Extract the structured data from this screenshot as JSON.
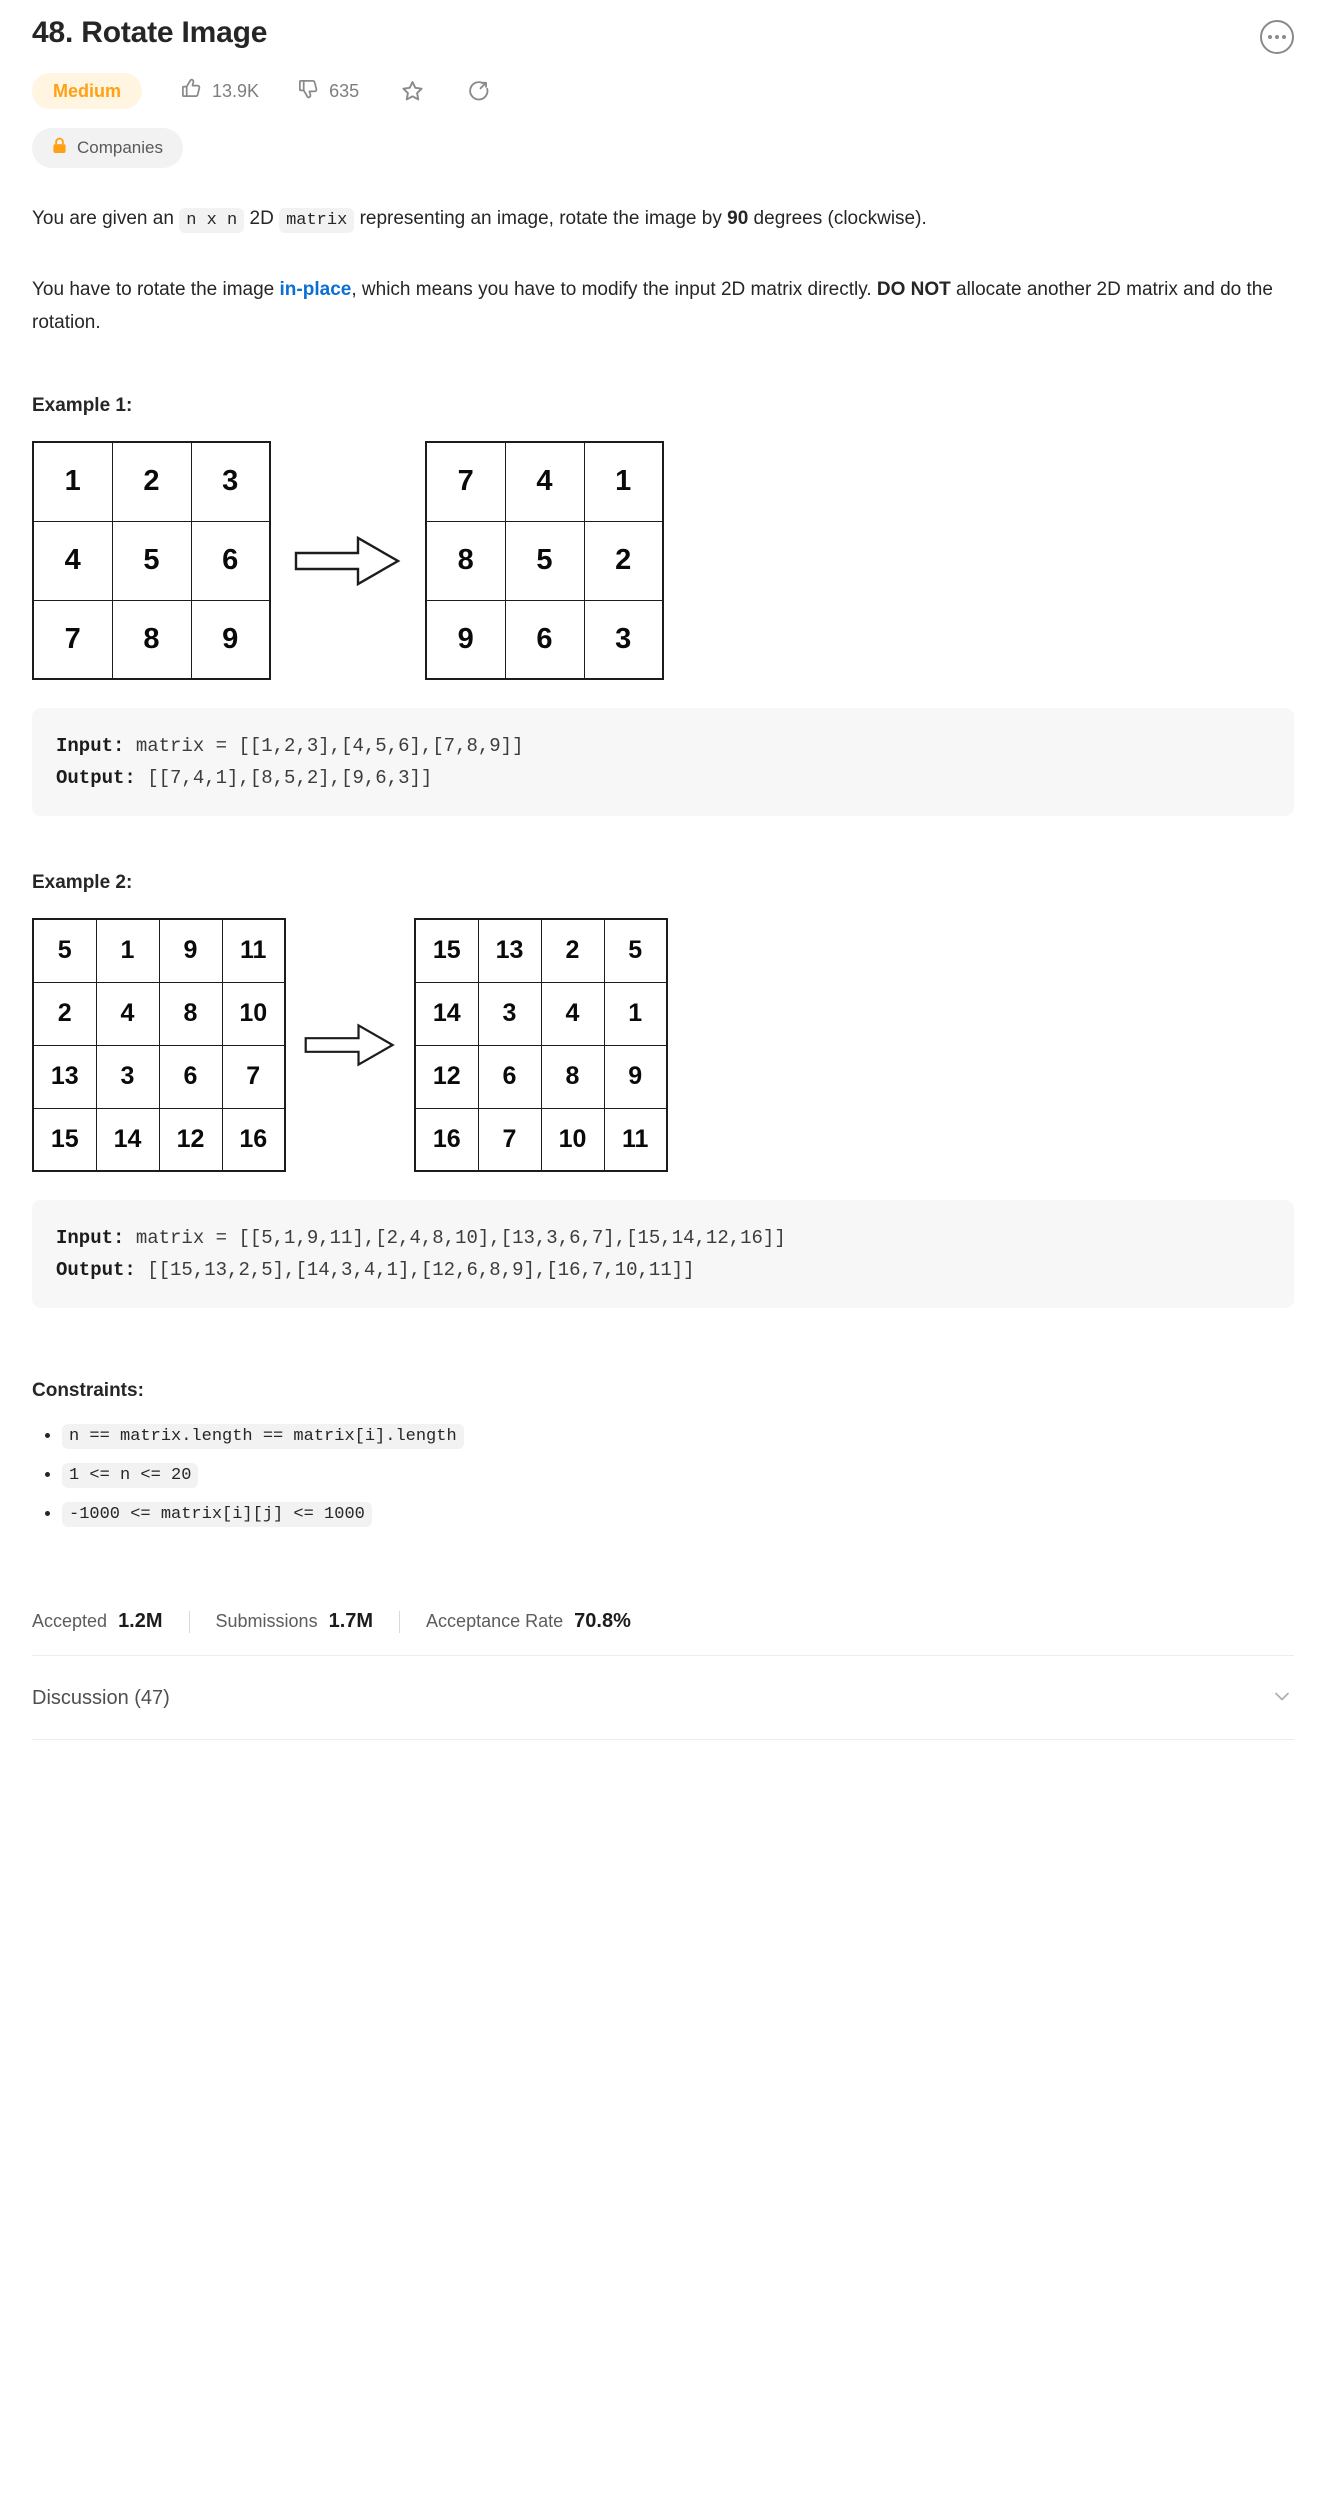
{
  "header": {
    "title": "48. Rotate Image",
    "more_icon": "ellipsis-circle-icon",
    "difficulty": "Medium",
    "difficulty_color": "#ffa116",
    "likes": "13.9K",
    "dislikes": "635",
    "like_icon": "thumbs-up-icon",
    "dislike_icon": "thumbs-down-icon",
    "favorite_icon": "star-icon",
    "share_icon": "share-icon",
    "companies_label": "Companies",
    "lock_icon": "lock-icon"
  },
  "description": {
    "p1_part1": "You are given an ",
    "p1_code1": "n x n",
    "p1_part2": " 2D ",
    "p1_code2": "matrix",
    "p1_part3": " representing an image, rotate the image by ",
    "p1_bold": "90",
    "p1_part4": " degrees (clockwise).",
    "p2_part1": "You have to rotate the image ",
    "p2_link": "in-place",
    "p2_part2": ", which means you have to modify the input 2D matrix directly. ",
    "p2_bold": "DO NOT",
    "p2_part3": " allocate another 2D matrix and do the rotation."
  },
  "examples": [
    {
      "title": "Example 1:",
      "input_matrix": [
        [
          1,
          2,
          3
        ],
        [
          4,
          5,
          6
        ],
        [
          7,
          8,
          9
        ]
      ],
      "output_matrix": [
        [
          7,
          4,
          1
        ],
        [
          8,
          5,
          2
        ],
        [
          9,
          6,
          3
        ]
      ],
      "arrow_icon": "right-arrow-icon",
      "input_label": "Input:",
      "input_text": " matrix = [[1,2,3],[4,5,6],[7,8,9]]",
      "output_label": "Output:",
      "output_text": " [[7,4,1],[8,5,2],[9,6,3]]"
    },
    {
      "title": "Example 2:",
      "input_matrix": [
        [
          5,
          1,
          9,
          11
        ],
        [
          2,
          4,
          8,
          10
        ],
        [
          13,
          3,
          6,
          7
        ],
        [
          15,
          14,
          12,
          16
        ]
      ],
      "output_matrix": [
        [
          15,
          13,
          2,
          5
        ],
        [
          14,
          3,
          4,
          1
        ],
        [
          12,
          6,
          8,
          9
        ],
        [
          16,
          7,
          10,
          11
        ]
      ],
      "arrow_icon": "right-arrow-icon",
      "input_label": "Input:",
      "input_text": " matrix = [[5,1,9,11],[2,4,8,10],[13,3,6,7],[15,14,12,16]]",
      "output_label": "Output:",
      "output_text": " [[15,13,2,5],[14,3,4,1],[12,6,8,9],[16,7,10,11]]"
    }
  ],
  "constraints": {
    "title": "Constraints:",
    "items": [
      "n == matrix.length == matrix[i].length",
      "1 <= n <= 20",
      "-1000 <= matrix[i][j] <= 1000"
    ]
  },
  "stats": {
    "accepted_label": "Accepted",
    "accepted_value": "1.2M",
    "submissions_label": "Submissions",
    "submissions_value": "1.7M",
    "acceptance_label": "Acceptance Rate",
    "acceptance_value": "70.8%"
  },
  "discussion": {
    "label": "Discussion (47)",
    "chevron_icon": "chevron-down-icon"
  }
}
